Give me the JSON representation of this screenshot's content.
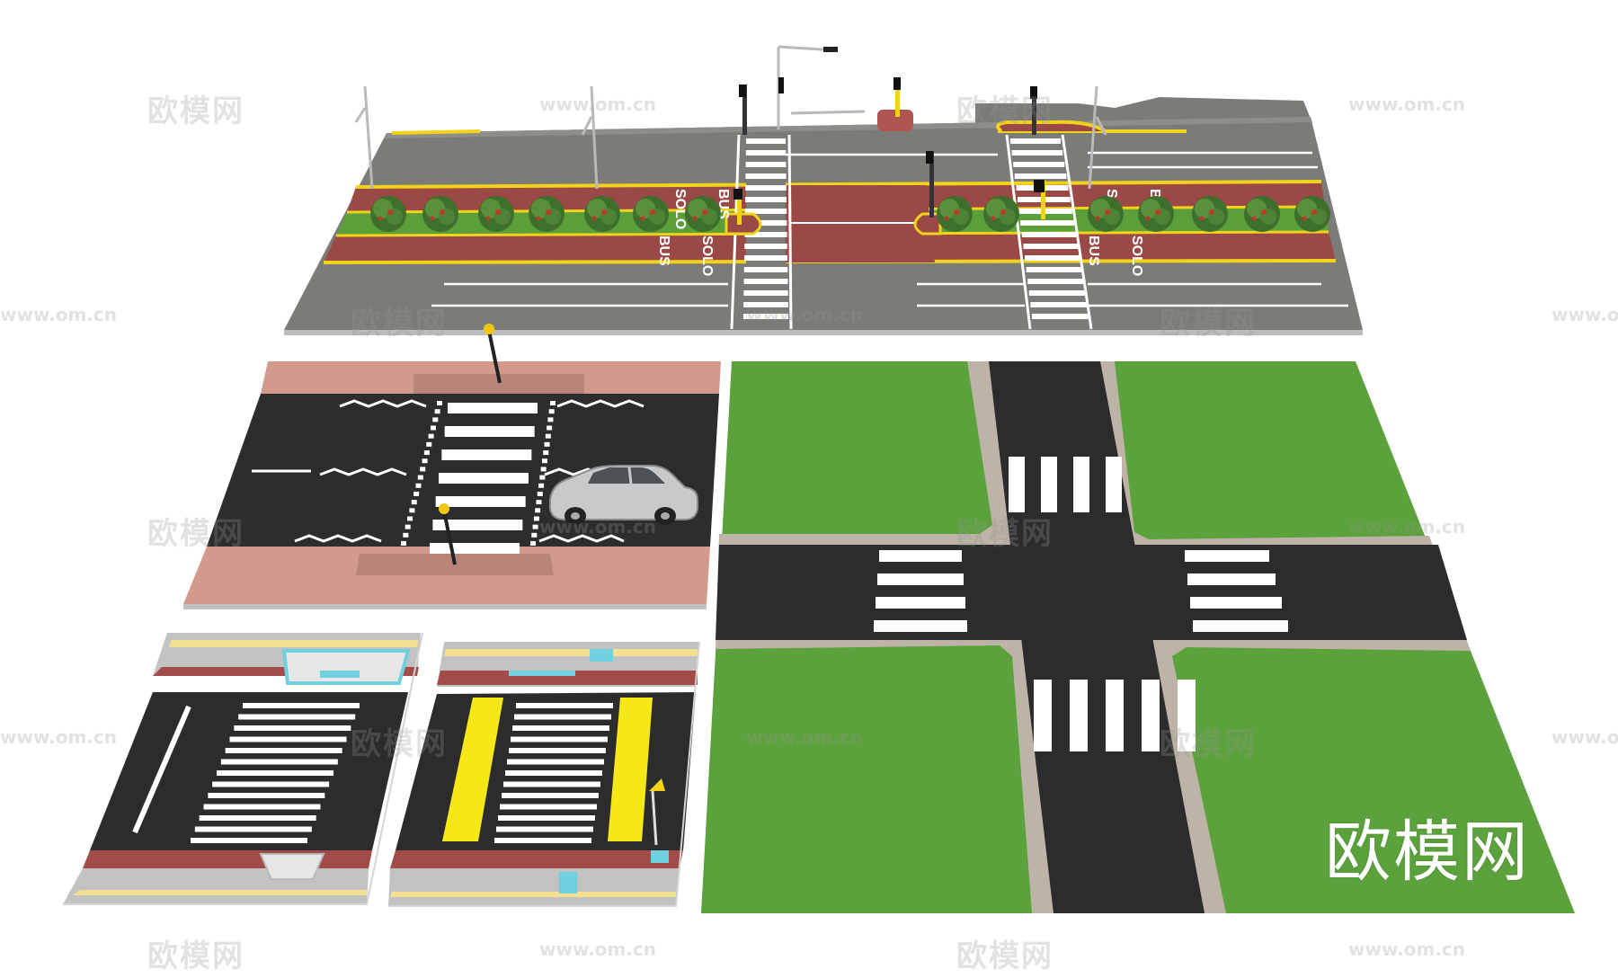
{
  "scene": {
    "colors": {
      "background": "#ffffff",
      "asphalt_gray": "#7a7a76",
      "asphalt_dark": "#2c2c2e",
      "bus_lane": "#9b4a48",
      "grass": "#5aa43c",
      "sidewalk_pink": "#d29a8c",
      "curb_stone": "#bdb3a6",
      "lane_yellow": "#f2d21a",
      "crosswalk_white": "#ffffff"
    },
    "road_markings": {
      "bus": "BUS",
      "solo": "SOLO"
    },
    "watermark": {
      "brand": "欧模网",
      "url": "www.om.cn"
    },
    "objects": [
      "bus-lane-intersection-model",
      "midblock-crosswalk-model",
      "four-way-intersection-model",
      "raised-crosswalk-model-a",
      "raised-crosswalk-model-b",
      "sedan-car",
      "street-lamp",
      "traffic-light",
      "hedge-shrub"
    ]
  }
}
